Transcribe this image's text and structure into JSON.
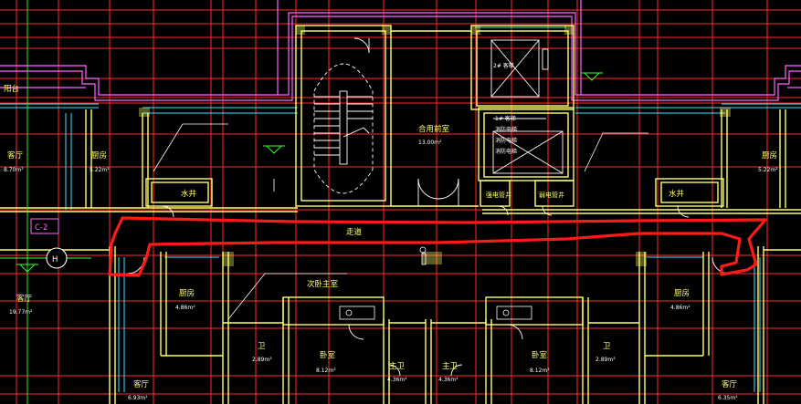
{
  "labels": {
    "balcony_left": "阳台",
    "living_left_top": "客厅",
    "living_left_top_area": "8.70m²",
    "kitchen_left_top": "厨房",
    "kitchen_left_top_area": "5.22m²",
    "water_well_left": "水井",
    "water_well_right": "水井",
    "shared_front_room": "合用前室",
    "shared_front_room_area": "13.00m²",
    "elevator_top_caption": "2# 客梯",
    "elevator_legend_1": "1# 客梯",
    "elevator_legend_2": "消防电梯",
    "elevator_legend_3": "消防电梯",
    "elevator_legend_4": "消防电梯",
    "strong_electric_shaft": "强电管井",
    "weak_electric_shaft": "弱电管井",
    "kitchen_right_top": "厨房",
    "kitchen_right_top_area": "5.22m²",
    "corridor": "走道",
    "axis_tag": "C-2",
    "axis_bubble": "H",
    "living_left_bottom": "客厅",
    "living_left_bottom_area": "19.77m²",
    "kitchen_left_bottom": "厨房",
    "kitchen_left_bottom_area": "4.86m²",
    "master_bedroom": "次卧主室",
    "kitchen_right_bottom": "厨房",
    "kitchen_right_bottom_area": "4.86m²",
    "bath_left": "卫",
    "bath_left_area": "2.89m²",
    "bedroom_left": "卧室",
    "bedroom_left_area": "8.12m²",
    "master_bath_left": "主卫",
    "master_bath_left_area": "4.36m²",
    "master_bath_right": "主卫",
    "master_bath_right_area": "4.36m²",
    "bedroom_right": "卧室",
    "bedroom_right_area": "8.12m²",
    "bath_right": "卫",
    "bath_right_area": "2.89m²",
    "living_bottom_left": "客厅",
    "living_bottom_left_area": "6.93m²",
    "living_bottom_right": "客厅",
    "living_bottom_right_area": "6.35m²"
  },
  "colors": {
    "background": "#000000",
    "wall": "#ffff66",
    "grid": "#ff2a2a",
    "outline": "#ff66ff",
    "window": "#33e6ff",
    "axis": "#33ff33",
    "markup": "#ff1a1a",
    "text": "#ffffff"
  }
}
